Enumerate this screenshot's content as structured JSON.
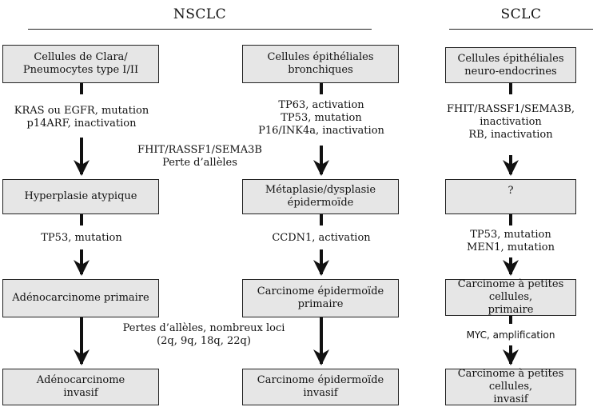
{
  "headers": {
    "nsclc": "NSCLC",
    "sclc": "SCLC"
  },
  "col1": {
    "box1": [
      "Cellules de Clara/",
      "Pneumocytes type I/II"
    ],
    "label1": [
      "KRAS ou EGFR, mutation",
      "p14ARF, inactivation"
    ],
    "box2": [
      "Hyperplasie atypique"
    ],
    "label2": [
      "TP53, mutation"
    ],
    "box3": [
      "Adénocarcinome primaire"
    ],
    "box4": [
      "Adénocarcinome",
      "invasif"
    ]
  },
  "middle": {
    "label_fhit": [
      "FHIT/RASSF1/SEMA3B",
      "Perte d’allèles"
    ],
    "label_pertes": [
      "Pertes d’allèles, nombreux loci",
      "(2q, 9q, 18q, 22q)"
    ]
  },
  "col2": {
    "box1": [
      "Cellules épithéliales",
      "bronchiques"
    ],
    "label1": [
      "TP63, activation",
      "TP53, mutation",
      "P16/INK4a, inactivation"
    ],
    "box2": [
      "Métaplasie/dysplasie",
      "épidermoïde"
    ],
    "label2": [
      "CCDN1, activation"
    ],
    "box3": [
      "Carcinome épidermoïde",
      "primaire"
    ],
    "box4": [
      "Carcinome épidermoïde",
      "invasif"
    ]
  },
  "col3": {
    "box1": [
      "Cellules épithéliales",
      "neuro-endocrines"
    ],
    "label1": [
      "FHIT/RASSF1/SEMA3B,",
      "inactivation",
      "RB, inactivation"
    ],
    "box2": [
      "?"
    ],
    "label2": [
      "TP53, mutation",
      "MEN1, mutation"
    ],
    "box3": [
      "Carcinome à petites cellules,",
      "primaire"
    ],
    "label3": [
      "MYC, amplification"
    ],
    "box4": [
      "Carcinome à petites cellules,",
      "invasif"
    ]
  }
}
